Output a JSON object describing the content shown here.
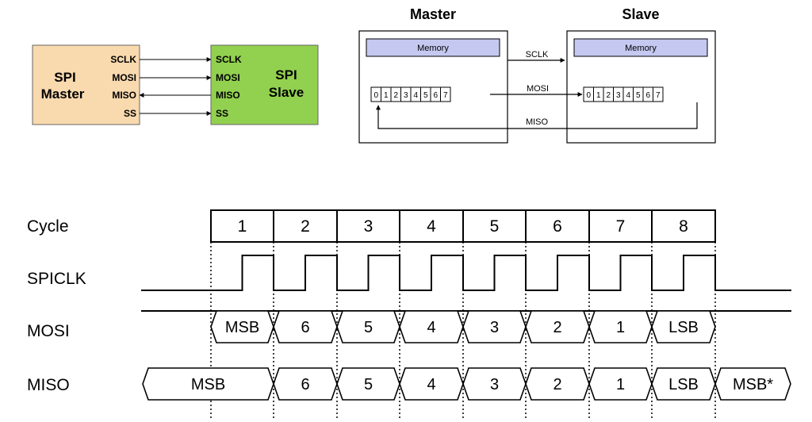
{
  "block_diagram": {
    "master_lines": [
      "SPI",
      "Master"
    ],
    "slave_lines": [
      "SPI",
      "Slave"
    ],
    "signals": [
      {
        "name": "SCLK",
        "direction": "to-slave"
      },
      {
        "name": "MOSI",
        "direction": "to-slave"
      },
      {
        "name": "MISO",
        "direction": "to-master"
      },
      {
        "name": "SS",
        "direction": "to-slave"
      }
    ],
    "colors": {
      "master_fill": "#F9D9AE",
      "slave_fill": "#92D050"
    }
  },
  "shift_diagram": {
    "master_title": "Master",
    "slave_title": "Slave",
    "memory_label": "Memory",
    "bits": [
      "0",
      "1",
      "2",
      "3",
      "4",
      "5",
      "6",
      "7"
    ],
    "sclk_label": "SCLK",
    "mosi_label": "MOSI",
    "miso_label": "MISO",
    "colors": {
      "memory_fill": "#C5C8F0"
    }
  },
  "timing": {
    "row_labels": {
      "cycle": "Cycle",
      "clock": "SPICLK",
      "mosi": "MOSI",
      "miso": "MISO"
    },
    "cycles": [
      "1",
      "2",
      "3",
      "4",
      "5",
      "6",
      "7",
      "8"
    ],
    "mosi_values": [
      "MSB",
      "6",
      "5",
      "4",
      "3",
      "2",
      "1",
      "LSB"
    ],
    "miso_values": [
      "MSB",
      "6",
      "5",
      "4",
      "3",
      "2",
      "1",
      "LSB",
      "MSB*"
    ]
  }
}
